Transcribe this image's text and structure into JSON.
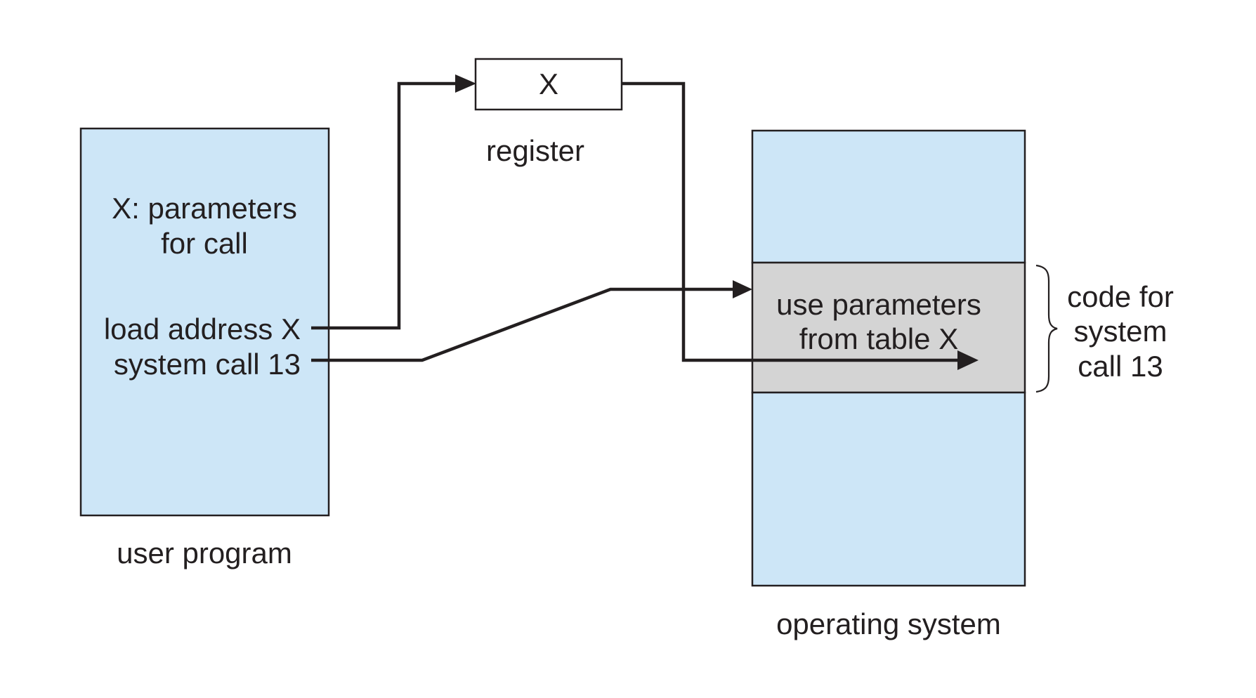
{
  "user_program": {
    "param_line1": "X: parameters",
    "param_line2": "for call",
    "load_line": "load address X",
    "syscall_line": "system call 13",
    "caption": "user program"
  },
  "register": {
    "value": "X",
    "caption": "register"
  },
  "operating_system": {
    "code_line1": "use parameters",
    "code_line2": "from table X",
    "caption": "operating system"
  },
  "brace_label": {
    "line1": "code for",
    "line2": "system",
    "line3": "call 13"
  },
  "colors": {
    "memory_fill": "#cde6f7",
    "code_fill": "#d4d4d4",
    "outline": "#231f20"
  }
}
